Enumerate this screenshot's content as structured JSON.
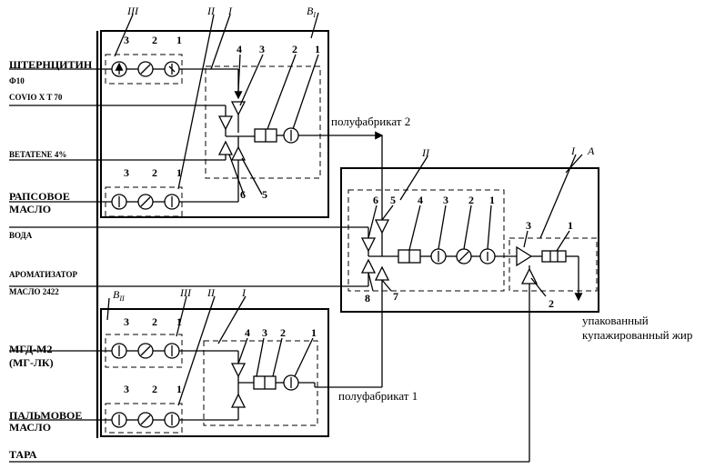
{
  "inputs": {
    "shterncitin": "ШТЕРНЦИТИН",
    "f10": "Ф10",
    "covio": "COVIO X T 70",
    "betatene": "BETATENE 4%",
    "rapseed_1": "РАПСОВОЕ",
    "rapseed_2": "МАСЛО",
    "voda": "ВОДА",
    "aromatizer": "АРОМАТИЗАТОР",
    "maslo2422": "МАСЛО 2422",
    "mgd_1": "МГД-М2",
    "mgd_2": "(МГ-ЛК)",
    "palm_1": "ПАЛЬМОВОЕ",
    "palm_2": "МАСЛО",
    "tara": "ТАРА"
  },
  "blocks": {
    "b1_label": "В",
    "b1_sub": "I",
    "b2_label": "В",
    "b2_sub": "II",
    "a_label": "А"
  },
  "roman": {
    "i": "I",
    "ii": "II",
    "iii": "III"
  },
  "numbers": {
    "n1": "1",
    "n2": "2",
    "n3": "3",
    "n4": "4",
    "n5": "5",
    "n6": "6",
    "n7": "7",
    "n8": "8"
  },
  "products": {
    "semi2": "полуфабрикат 2",
    "semi1": "полуфабрикат 1",
    "out_1": "упакованный",
    "out_2": "купажированный жир"
  }
}
